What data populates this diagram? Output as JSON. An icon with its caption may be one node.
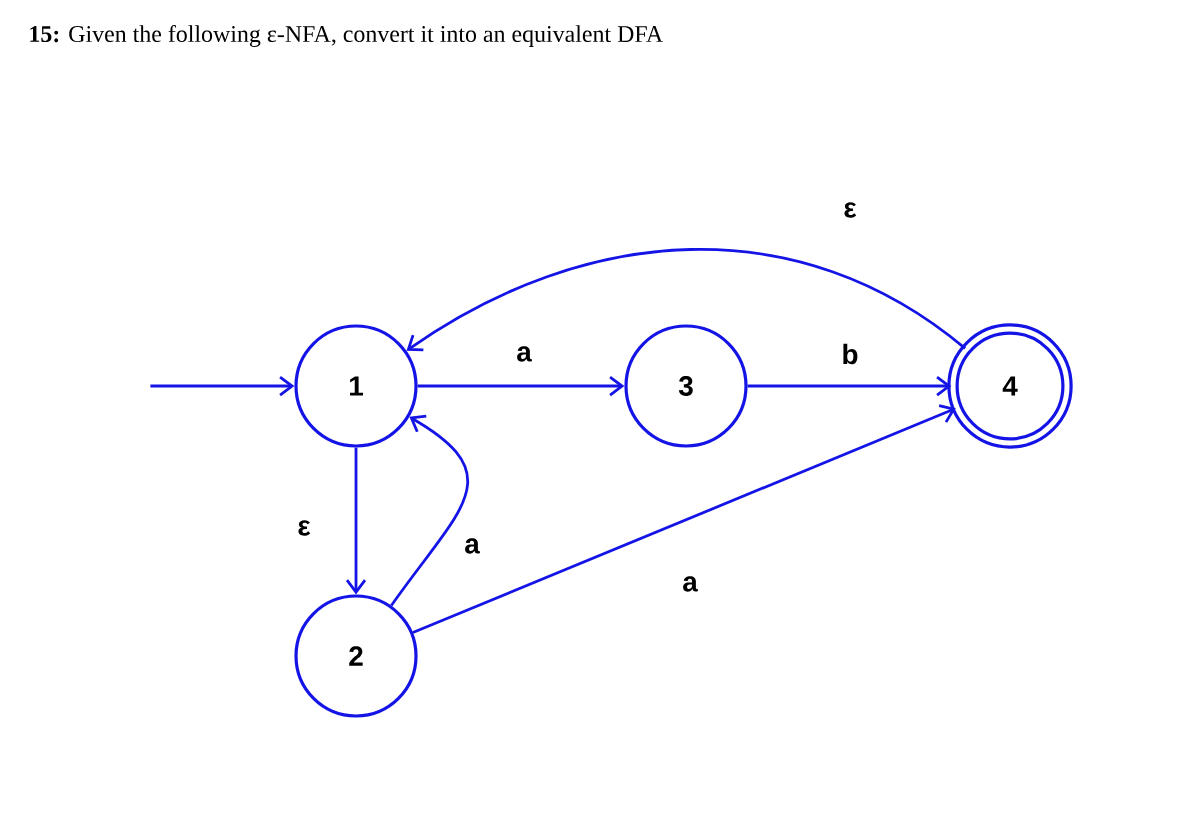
{
  "diagram": {
    "title": "**15:** Given the following ε-NFA, convert it into an equivalent DFA",
    "nodes": [
      {
        "text": [
          "1"
        ]
      },
      {
        "text": [
          "3"
        ]
      },
      {
        "text": [
          "4"
        ]
      },
      {
        "text": [
          "2"
        ]
      }
    ],
    "edges": [
      {
        "from": null,
        "to": 0,
        "arrow": "to"
      },
      {
        "from": 0,
        "to": 1,
        "arrow": "to",
        "label": "a"
      },
      {
        "from": 1,
        "to": 2,
        "arrow": "to",
        "label": "b"
      },
      {
        "from": 2,
        "to": 0,
        "arrow": "to",
        "label": "ε"
      },
      {
        "from": 0,
        "to": 3,
        "arrow": "to",
        "label": "ε"
      },
      {
        "from": 3,
        "to": 0,
        "arrow": "to",
        "label": "a"
      },
      {
        "from": 3,
        "to": 2,
        "arrow": "to",
        "label": "a"
      }
    ]
  }
}
